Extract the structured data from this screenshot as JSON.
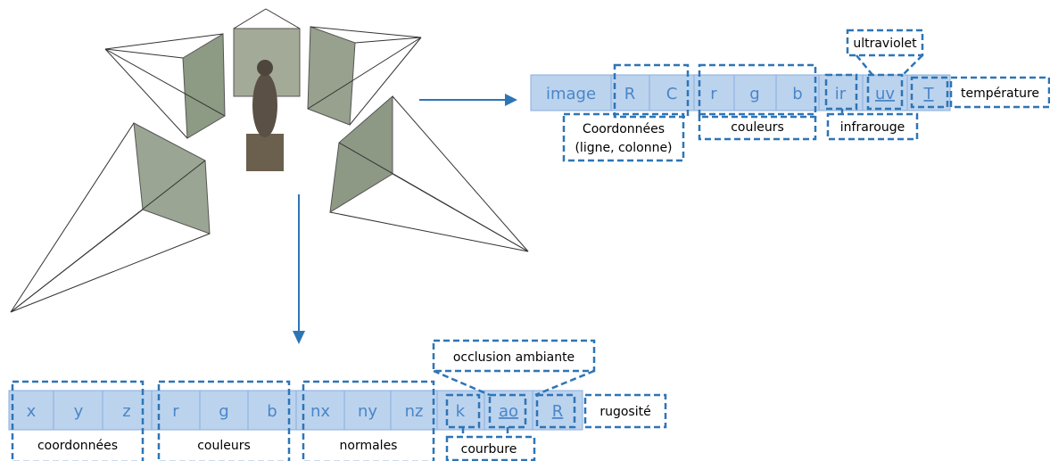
{
  "colors": {
    "cell_fill": "#bcd3ee",
    "cell_border": "#88aee0",
    "dashed": "#2e75b6",
    "cell_text": "#4a86c8",
    "arrow": "#2e75b6",
    "wire": "#333333"
  },
  "image_vector": {
    "cells": [
      "image",
      "R",
      "C",
      "r",
      "g",
      "b",
      "ir",
      "uv",
      "T"
    ],
    "labels": {
      "coordinates_line1": "Coordonnées",
      "coordinates_line2": "(ligne, colonne)",
      "colors": "couleurs",
      "infrared": "infrarouge",
      "ultraviolet": "ultraviolet",
      "temperature": "température"
    }
  },
  "point_vector": {
    "cells": [
      "x",
      "y",
      "z",
      "r",
      "g",
      "b",
      "nx",
      "ny",
      "nz",
      "k",
      "ao",
      "R"
    ],
    "labels": {
      "coordinates": "coordonnées",
      "colors": "couleurs",
      "normals": "normales",
      "curvature": "courbure",
      "ambient_occlusion": "occlusion ambiante",
      "roughness": "rugosité"
    }
  }
}
